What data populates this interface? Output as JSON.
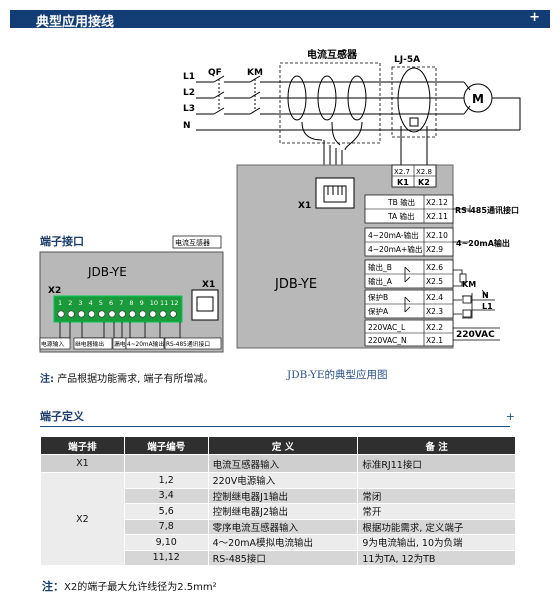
{
  "section1": {
    "title": "典型应用接线",
    "plus": "+"
  },
  "section2": {
    "title": "端子定义",
    "plus": "+"
  },
  "diagram": {
    "lines": [
      "L1",
      "L2",
      "L3",
      "N"
    ],
    "qf": "QF",
    "km": "KM",
    "ct_title": "电流互感器",
    "lj_title": "LJ-5A",
    "motor": "M",
    "x1": "X1",
    "device_name": "JDB-YE",
    "top_terms": [
      {
        "label": "X2.7",
        "k": "K1"
      },
      {
        "label": "X2.8",
        "k": "K2"
      }
    ],
    "right_rows": [
      {
        "left": "TB 输出",
        "term": "X2.12"
      },
      {
        "left": "TA 输出",
        "term": "X2.11"
      },
      {
        "left": "4~20mA-输出",
        "term": "X2.10"
      },
      {
        "left": "4~20mA+输出",
        "term": "X2.9"
      },
      {
        "left": "输出_B",
        "term": "X2.6"
      },
      {
        "left": "输出_A",
        "term": "X2.5"
      },
      {
        "left": "保护B",
        "term": "X2.4"
      },
      {
        "left": "保护A",
        "term": "X2.3"
      },
      {
        "left": "220VAC_L",
        "term": "X2.2"
      },
      {
        "left": "220VAC_N",
        "term": "X2.1"
      }
    ],
    "rs485": "RS-485通讯接口",
    "ma_out": "4~20mA输出",
    "km2": "KM",
    "n2": "N",
    "l1": "L1",
    "vac": "220VAC"
  },
  "terminal_block": {
    "title": "端子接口",
    "ct_label": "电流互感器",
    "device_name": "JDB-YE",
    "x2": "X2",
    "x1": "X1",
    "numbers": [
      "1",
      "2",
      "3",
      "4",
      "5",
      "6",
      "7",
      "8",
      "9",
      "10",
      "11",
      "12"
    ],
    "group_labels": [
      "电源输入",
      "继电器输出",
      "漏电",
      "4~20mA输出",
      "RS-485通讯接口"
    ]
  },
  "note1": {
    "prefix": "注:",
    "text": "产品根据功能需求, 端子有所增减。"
  },
  "caption": "JDB-YE的典型应用图",
  "table": {
    "headers": [
      "端子排",
      "端子编号",
      "定  义",
      "备  注"
    ],
    "x1_row": {
      "group": "X1",
      "num": "",
      "def": "电流互感器输入",
      "note": "标准RJ11接口"
    },
    "x2_group": "X2",
    "x2_rows": [
      {
        "num": "1,2",
        "def": "220V电源输入",
        "note": ""
      },
      {
        "num": "3,4",
        "def": "控制继电器J1输出",
        "note": "常闭"
      },
      {
        "num": "5,6",
        "def": "控制继电器J2输出",
        "note": "常开"
      },
      {
        "num": "7,8",
        "def": "零序电流互感器输入",
        "note": "根据功能需求, 定义端子"
      },
      {
        "num": "9,10",
        "def": "4～20mA模拟电流输出",
        "note": "9为电流输出, 10为负端"
      },
      {
        "num": "11,12",
        "def": "RS-485接口",
        "note": "11为TA, 12为TB"
      }
    ]
  },
  "note2": {
    "prefix": "注：",
    "text": "X2的端子最大允许线径为2.5mm²"
  }
}
